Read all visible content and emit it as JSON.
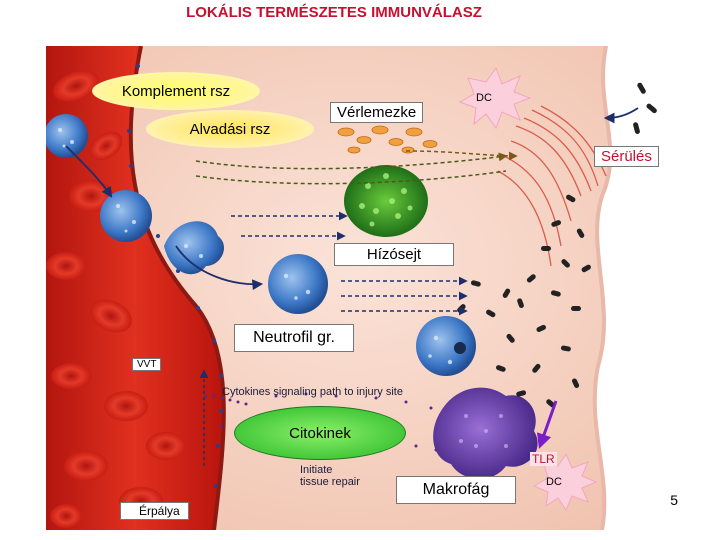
{
  "title": "LOKÁLIS TERMÉSZETES IMMUNVÁLASZ",
  "labels": {
    "komplement": "Komplement rsz",
    "alvadasi": "Alvadási rsz",
    "verlemezke": "Vérlemezke",
    "dc_top": "DC",
    "serules": "Sérülés",
    "hizosejt": "Hízósejt",
    "neutrofil": "Neutrofil gr.",
    "vvt": "VVT",
    "cytokine_path": "Cytokines signaling path to injury site",
    "citokinek": "Citokinek",
    "tlr": "TLR",
    "initiate": "Initiate\ntissue repair",
    "makrofag": "Makrofág",
    "dc_bottom": "DC",
    "erpalya": "Érpálya",
    "page_number": "5"
  },
  "colors": {
    "title": "#c8102e",
    "vessel": "#d8261c",
    "tissue": "#f6d2c3",
    "tlr_arrow": "#7a1fc8",
    "tlr_text": "#c8102e",
    "citokinek_oval": "#44c83a",
    "label_oval": "#ffff66"
  }
}
